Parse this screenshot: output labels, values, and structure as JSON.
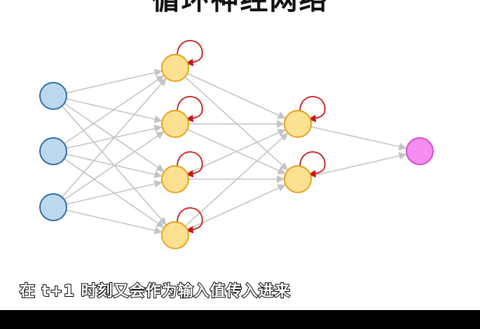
{
  "title": "循环神经网络",
  "caption": "在 t+1 时刻又会作为输入值传入进来",
  "colors": {
    "input_fill": "#bcd7ee",
    "input_stroke": "#2f6ea5",
    "hidden_fill": "#fde193",
    "hidden_stroke": "#e7a21b",
    "output_fill": "#f78cf1",
    "output_stroke": "#d24fc8",
    "edge": "#c4c4c4",
    "loop": "#c8161b"
  },
  "layers": [
    {
      "name": "input",
      "count": 3,
      "recurrent": false
    },
    {
      "name": "hidden-1",
      "count": 4,
      "recurrent": true
    },
    {
      "name": "hidden-2",
      "count": 2,
      "recurrent": true
    },
    {
      "name": "output",
      "count": 1,
      "recurrent": false
    }
  ]
}
